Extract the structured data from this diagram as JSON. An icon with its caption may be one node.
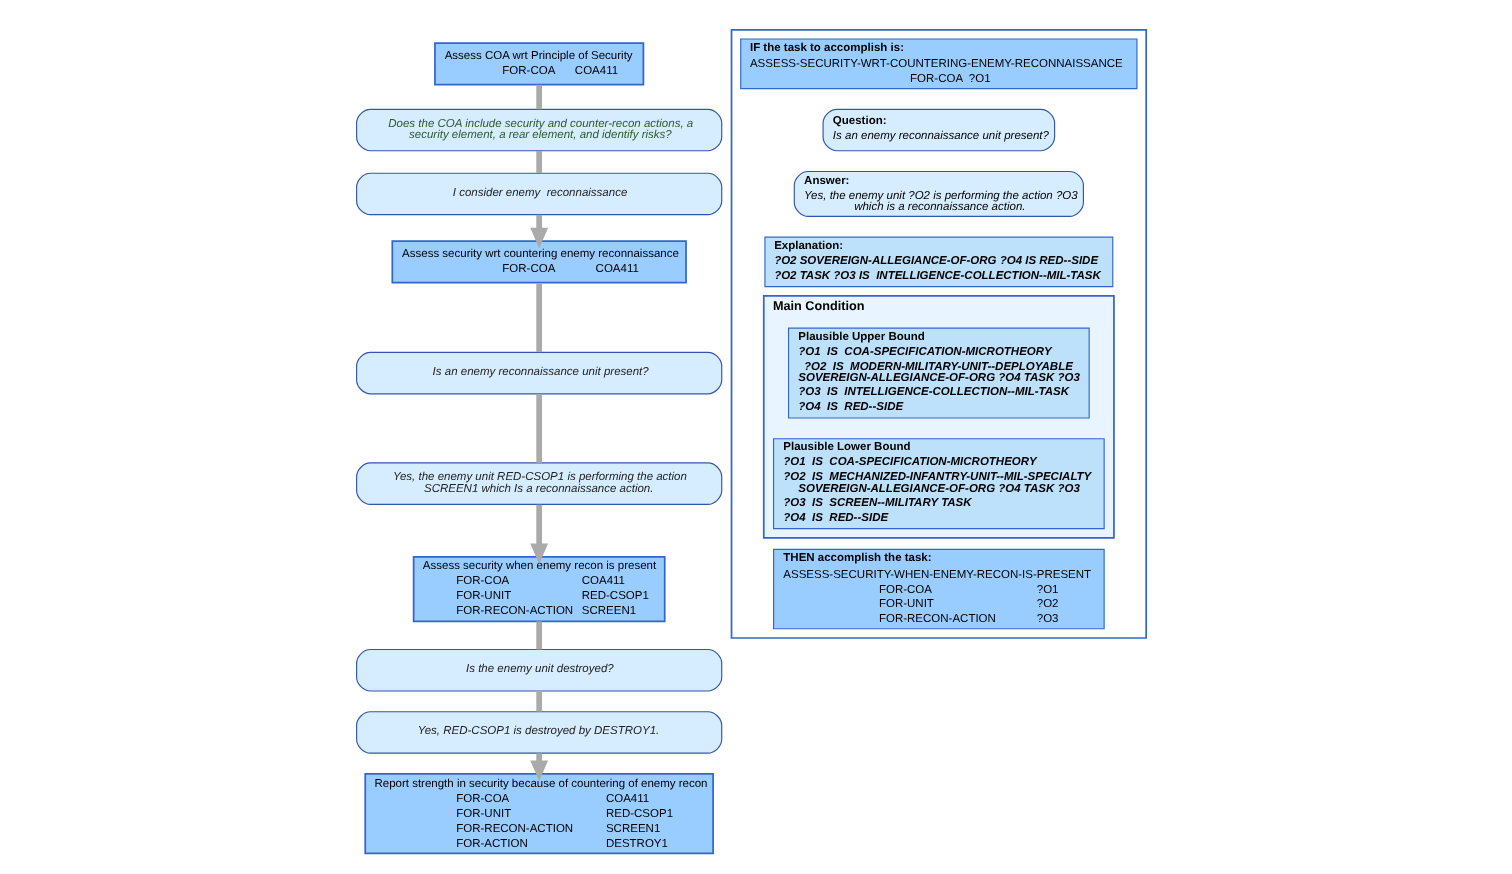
{
  "diagram": {
    "nodes": [
      {
        "text": [
          "Assess COA wrt Principle of Security",
          "FOR-COA",
          "COA411"
        ]
      },
      {
        "text": [
          "Does the COA include security and counter-recon actions, a security element, a rear element, and identify risks?"
        ]
      },
      {
        "text": [
          "I consider enemy  reconnaissance"
        ]
      },
      {
        "text": [
          "Assess security wrt countering enemy reconnaissance",
          "FOR-COA",
          "COA411"
        ]
      },
      {
        "text": [
          "Is an enemy reconnaissance unit present?"
        ]
      },
      {
        "text": [
          "Yes, the enemy unit RED-CSOP1 is performing the action SCREEN1 which Is a reconnaissance action."
        ]
      },
      {
        "text": [
          "Assess security when enemy recon is present",
          "FOR-COA",
          "COA411",
          "FOR-UNIT",
          "RED-CSOP1",
          "FOR-RECON-ACTION",
          "SCREEN1"
        ]
      },
      {
        "text": [
          "Is the enemy unit destroyed?"
        ]
      },
      {
        "text": [
          "Yes, RED-CSOP1 is destroyed by DESTROY1."
        ]
      },
      {
        "text": [
          "Report strength in security because of countering of enemy recon",
          "FOR-COA",
          "COA411",
          "FOR-UNIT",
          "RED-CSOP1",
          "FOR-RECON-ACTION",
          "SCREEN1",
          "FOR-ACTION",
          "DESTROY1"
        ]
      },
      {
        "text": [],
        "shape": "box"
      },
      {
        "text": [
          "IF the task to accomplish is:",
          "ASSESS-SECURITY-WRT-COUNTERING-ENEMY-RECONNAISSANCE",
          "FOR-COA  ?O1"
        ],
        "in": 10
      },
      {
        "text": [
          "Question:",
          "Is an enemy reconnaissance unit present?"
        ],
        "in": 10
      },
      {
        "text": [
          "Answer:",
          "Yes, the enemy unit ?O2 is performing the action ?O3 which is a reconnaissance action."
        ],
        "in": 10
      },
      {
        "text": [
          "Explanation:",
          "?O2 SOVEREIGN-ALLEGIANCE-OF-ORG ?O4 IS RED--SIDE",
          "?O2 TASK ?O3 IS  INTELLIGENCE-COLLECTION--MIL-TASK"
        ],
        "in": 10
      },
      {
        "text": [
          "Main Condition"
        ],
        "in": 10
      },
      {
        "text": [
          "Plausible Upper Bound",
          "?O1  IS  COA-SPECIFICATION-MICROTHEORY",
          "?O2  IS  MODERN-MILITARY-UNIT--DEPLOYABLE SOVEREIGN-ALLEGIANCE-OF-ORG ?O4 TASK ?O3",
          "?O3  IS  INTELLIGENCE-COLLECTION--MIL-TASK",
          "?O4  IS  RED--SIDE"
        ],
        "in": 15
      },
      {
        "text": [
          "Plausible Lower Bound",
          "?O1  IS  COA-SPECIFICATION-MICROTHEORY",
          "?O2  IS  MECHANIZED-INFANTRY-UNIT--MIL-SPECIALTY SOVEREIGN-ALLEGIANCE-OF-ORG ?O4 TASK ?O3",
          "?O3  IS  SCREEN--MILITARY TASK",
          "?O4  IS  RED--SIDE"
        ],
        "in": 15
      },
      {
        "text": [
          "THEN accomplish the task:",
          "ASSESS-SECURITY-WHEN-ENEMY-RECON-IS-PRESENT",
          "FOR-COA",
          "?O1",
          "FOR-UNIT",
          "?O2",
          "FOR-RECON-ACTION",
          "?O3"
        ],
        "in": 10
      }
    ],
    "edges": [
      {
        "from": 0,
        "to": 1,
        "arrow": "none"
      },
      {
        "from": 1,
        "to": 2,
        "arrow": "none"
      },
      {
        "from": 2,
        "to": 3,
        "arrow": "to"
      },
      {
        "from": 3,
        "to": 4,
        "arrow": "none"
      },
      {
        "from": 4,
        "to": 5,
        "arrow": "none"
      },
      {
        "from": 5,
        "to": 6,
        "arrow": "to"
      },
      {
        "from": 6,
        "to": 7,
        "arrow": "none"
      },
      {
        "from": 7,
        "to": 8,
        "arrow": "none"
      },
      {
        "from": 8,
        "to": 9,
        "arrow": "to"
      }
    ]
  }
}
